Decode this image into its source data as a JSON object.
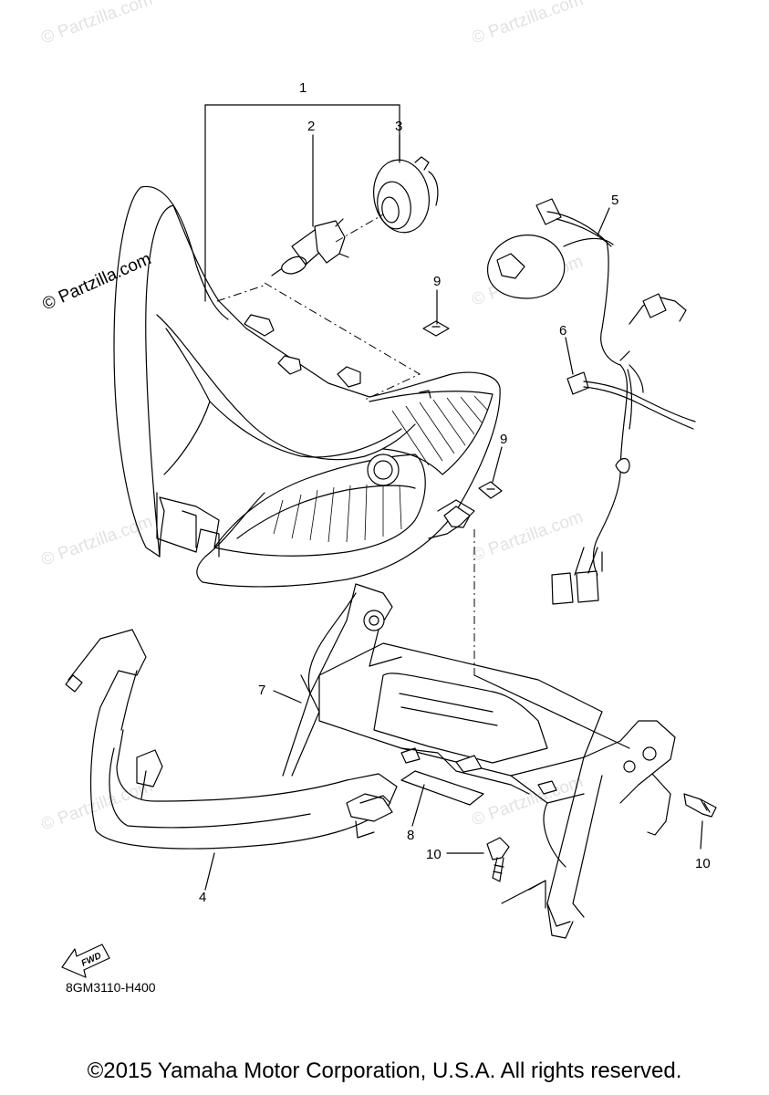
{
  "watermark": {
    "text": "© Partzilla.com",
    "prominent_text": "© Partzilla.com"
  },
  "callouts": {
    "c1": "1",
    "c2": "2",
    "c3": "3",
    "c4": "4",
    "c5": "5",
    "c6": "6",
    "c7": "7",
    "c8": "8",
    "c9a": "9",
    "c9b": "9",
    "c10a": "10",
    "c10b": "10"
  },
  "fwd_label": "FWD",
  "diagram_code": "8GM3110-H400",
  "copyright": "©2015 Yamaha Motor Corporation, U.S.A. All rights reserved."
}
